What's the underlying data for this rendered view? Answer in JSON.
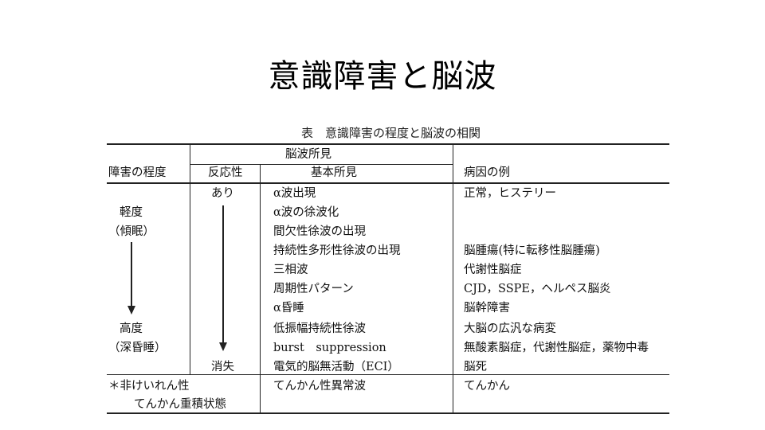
{
  "slide": {
    "title": "意識障害と脳波"
  },
  "table": {
    "caption": "表　意識障害の程度と脳波の相関",
    "headers": {
      "degree": "障害の程度",
      "eeg_group": "脳波所見",
      "reaction": "反応性",
      "basic_findings": "基本所見",
      "cause": "病因の例"
    },
    "reaction_labels": {
      "top": "あり",
      "bottom": "消失"
    },
    "degree_labels": {
      "mild": "軽度",
      "mild_note": "（傾眠）",
      "severe": "高度",
      "severe_note": "（深昏睡）"
    },
    "rows": [
      {
        "finding": "α波出現",
        "cause": "正常，ヒステリー"
      },
      {
        "finding": "α波の徐波化",
        "cause": ""
      },
      {
        "finding": "間欠性徐波の出現",
        "cause": ""
      },
      {
        "finding": "持続性多形性徐波の出現",
        "cause": "脳腫瘍(特に転移性脳腫瘍)"
      },
      {
        "finding": "三相波",
        "cause": "代謝性脳症"
      },
      {
        "finding": "周期性パターン",
        "cause": "CJD，SSPE，ヘルペス脳炎"
      },
      {
        "finding": "α昏睡",
        "cause": "脳幹障害"
      },
      {
        "finding": "低振幅持続性徐波",
        "cause": "大脳の広汎な病変"
      },
      {
        "finding": "burst　suppression",
        "cause": "無酸素脳症，代謝性脳症，薬物中毒"
      },
      {
        "finding": "電気的脳無活動（ECI）",
        "cause": "脳死"
      }
    ],
    "footer": {
      "label_line1": "＊非けいれん性",
      "label_line2": "てんかん重積状態",
      "finding": "てんかん性異常波",
      "cause": "てんかん"
    }
  }
}
